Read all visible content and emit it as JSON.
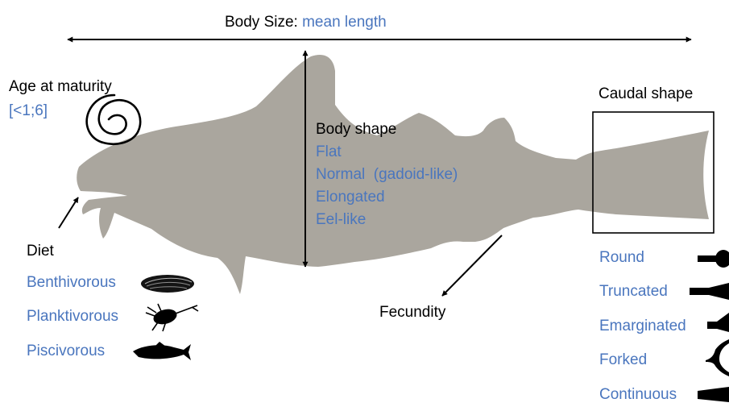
{
  "colors": {
    "body": "#aaa69e",
    "accent": "#4a76be",
    "ink": "#000000"
  },
  "title": {
    "label": "Body Size:",
    "value": "mean length"
  },
  "age_at_maturity": {
    "label": "Age at maturity",
    "value": "[<1;6]",
    "icon": "spiral-icon"
  },
  "body_shape": {
    "label": "Body shape",
    "options": [
      "Flat",
      "Normal  (gadoid-like)",
      "Elongated",
      "Eel-like"
    ]
  },
  "caudal_shape": {
    "label": "Caudal shape",
    "options": [
      {
        "label": "Round",
        "icon": "round-tail-icon"
      },
      {
        "label": "Truncated",
        "icon": "truncated-tail-icon"
      },
      {
        "label": "Emarginated",
        "icon": "emarginated-tail-icon"
      },
      {
        "label": "Forked",
        "icon": "forked-tail-icon"
      },
      {
        "label": "Continuous",
        "icon": "continuous-tail-icon"
      }
    ]
  },
  "diet": {
    "label": "Diet",
    "options": [
      {
        "label": "Benthivorous",
        "icon": "mussel-icon"
      },
      {
        "label": "Planktivorous",
        "icon": "copepod-icon"
      },
      {
        "label": "Piscivorous",
        "icon": "fish-icon"
      }
    ]
  },
  "fecundity": {
    "label": "Fecundity"
  }
}
